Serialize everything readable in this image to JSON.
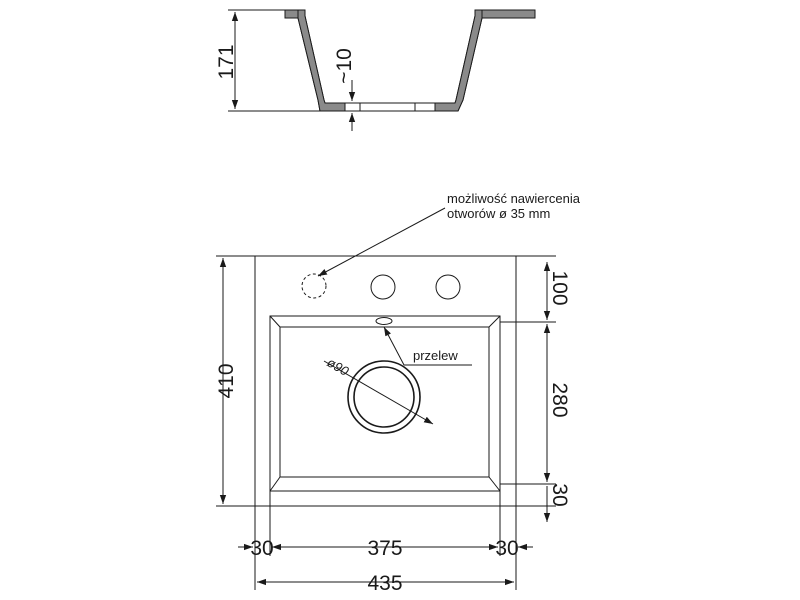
{
  "section_view": {
    "height_label": "171",
    "wall_label": "~10"
  },
  "plan_view": {
    "tap_hole_note_line1": "możliwość nawiercenia",
    "tap_hole_note_line2": "otworów ø 35 mm",
    "overflow_label": "przelew",
    "drain_label": "ø90",
    "dims": {
      "total_height": "410",
      "top_margin": "100",
      "bowl_height": "280",
      "bottom_margin": "30",
      "left_margin": "30",
      "bowl_width": "375",
      "right_margin": "30",
      "total_width": "435"
    }
  }
}
